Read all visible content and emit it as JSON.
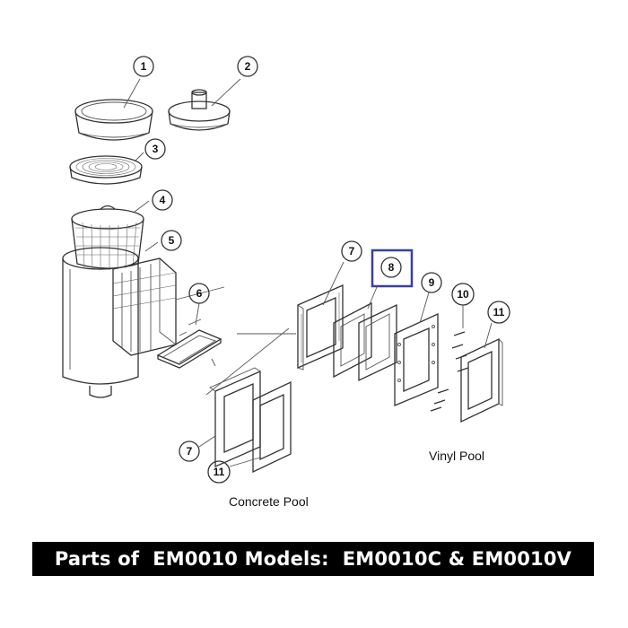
{
  "callouts": {
    "c1": "1",
    "c2": "2",
    "c3": "3",
    "c4": "4",
    "c5": "5",
    "c6": "6",
    "c7a": "7",
    "c7b": "7",
    "c8": "8",
    "c9": "9",
    "c10": "10",
    "c11a": "11",
    "c11b": "11"
  },
  "labels": {
    "vinyl_pool": "Vinyl Pool",
    "concrete_pool": "Concrete Pool"
  },
  "title": "Parts of  EM0010 Models:  EM0010C & EM0010V",
  "highlight_color": "#3a3fa0"
}
